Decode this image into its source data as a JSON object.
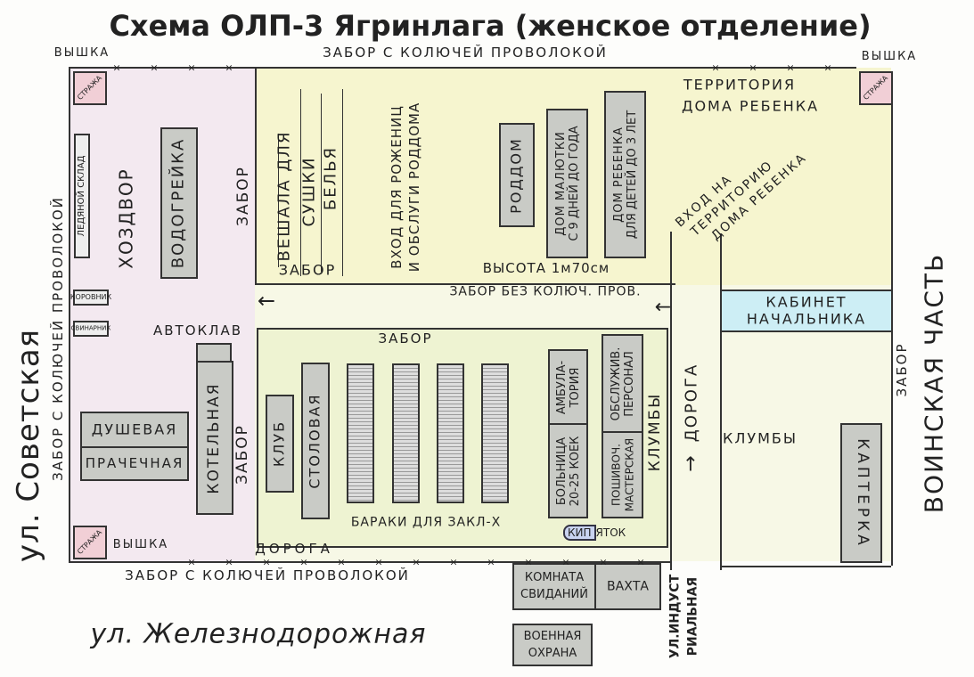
{
  "title": "Схема ОЛП-3 Ягринлага (женское отделение)",
  "labels": {
    "tower": "ВЫШКА",
    "guard": "СТРАЖА",
    "barbed_fence": "ЗАБОР С КОЛЮЧЕЙ ПРОВОЛОКОЙ",
    "fence": "ЗАБОР",
    "street_sovetskaya": "ул. Советская",
    "street_zheleznodorozhnaya": "ул. Железнодорожная",
    "street_industrialnaya_1": "УЛ.ИНДУСТ",
    "street_industrialnaya_2": "РИАЛЬНАЯ",
    "military_unit": "ВОИНСКАЯ ЧАСТЬ",
    "ice_store": "ЛЕДЯНОЙ СКЛАД",
    "household_yard": "ХОЗДВОР",
    "water_heater": "ВОДОГРЕЙКА",
    "cowshed": "КОРОВНИК",
    "pigsty": "СВИНАРНИК",
    "autoclave": "АВТОКЛАВ",
    "boiler": "КОТЕЛЬНАЯ",
    "shower": "ДУШЕВАЯ",
    "laundry": "ПРАЧЕЧНАЯ",
    "drying_1": "ВЕШАЛА ДЛЯ",
    "drying_2": "СУШКИ",
    "drying_3": "БЕЛЬЯ",
    "entrance_maternity_1": "ВХОД ДЛЯ РОЖЕНИЦ",
    "entrance_maternity_2": "И ОБСЛУГИ РОДДОМА",
    "maternity": "РОДДОМ",
    "infant_home_1": "ДОМ МАЛЮТКИ",
    "infant_home_2": "С 9 ДНЕЙ ДО ГОДА",
    "child_home_1": "ДОМ РЕБЕНКА",
    "child_home_2": "ДЛЯ ДЕТЕЙ ДО 3 ЛЕТ",
    "child_territory_1": "ТЕРРИТОРИЯ",
    "child_territory_2": "ДОМА РЕБЕНКА",
    "child_entrance_1": "ВХОД НА",
    "child_entrance_2": "ТЕРРИТОРИЮ",
    "child_entrance_3": "ДОМА РЕБЕНКА",
    "height": "ВЫСОТА 1м70см",
    "plain_fence": "ЗАБОР БЕЗ КОЛЮЧ. ПРОВ.",
    "chief_office_1": "КАБИНЕТ",
    "chief_office_2": "НАЧАЛЬНИКА",
    "club": "КЛУБ",
    "canteen": "СТОЛОВАЯ",
    "barracks": "БАРАКИ ДЛЯ ЗАКЛ-Х",
    "hospital_1": "БОЛЬНИЦА",
    "hospital_2": "20-25 КОЕК",
    "clinic_1": "АМБУЛА-",
    "clinic_2": "ТОРИЯ",
    "staff_1": "ОБСЛУЖИВ.",
    "staff_2": "ПЕРСОНАЛ",
    "sewing_1": "ПОШИВОЧ.",
    "sewing_2": "МАСТЕРСКАЯ",
    "flowerbeds": "КЛУМБЫ",
    "boiled_water_1": "КИП",
    "boiled_water_2": "ЯТОК",
    "road": "ДОРОГА",
    "storeroom": "КАПТЕРКА",
    "visit_room_1": "КОМНАТА",
    "visit_room_2": "СВИДАНИЙ",
    "guardhouse": "ВАХТА",
    "military_guard_1": "ВОЕННАЯ",
    "military_guard_2": "ОХРАНА",
    "arrow_left": "←",
    "arrow_up": "↑"
  },
  "colors": {
    "pink_zone": "#f3e9f0",
    "yellow_zone": "#f6f5cf",
    "green_zone": "#eef3d2",
    "office": "#cdeef5",
    "building": "#c9cbc6"
  }
}
